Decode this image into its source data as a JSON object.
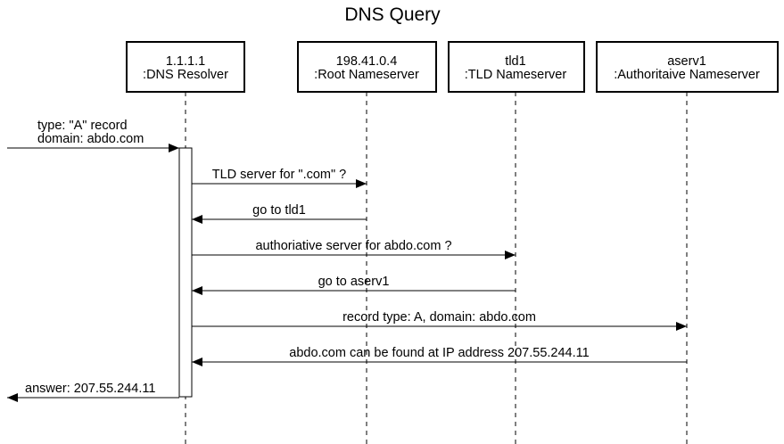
{
  "title": "DNS Query",
  "participants": [
    {
      "id": "resolver",
      "line1": "1.1.1.1",
      "line2": ":DNS Resolver"
    },
    {
      "id": "root",
      "line1": "198.41.0.4",
      "line2": ":Root Nameserver"
    },
    {
      "id": "tld",
      "line1": "tld1",
      "line2": ":TLD Nameserver"
    },
    {
      "id": "auth",
      "line1": "aserv1",
      "line2": ":Authoritaive Nameserver"
    }
  ],
  "messages": [
    {
      "from": "external",
      "to": "resolver",
      "lines": [
        "type: \"A\" record",
        "domain: abdo.com"
      ]
    },
    {
      "from": "resolver",
      "to": "root",
      "lines": [
        "TLD server for \".com\" ?"
      ]
    },
    {
      "from": "root",
      "to": "resolver",
      "lines": [
        "go to tld1"
      ]
    },
    {
      "from": "resolver",
      "to": "tld",
      "lines": [
        "authoriative server for abdo.com ?"
      ]
    },
    {
      "from": "tld",
      "to": "resolver",
      "lines": [
        "go to aserv1"
      ]
    },
    {
      "from": "resolver",
      "to": "auth",
      "lines": [
        "record type: A, domain: abdo.com"
      ]
    },
    {
      "from": "auth",
      "to": "resolver",
      "lines": [
        "abdo.com can be found at IP address 207.55.244.11"
      ]
    },
    {
      "from": "resolver",
      "to": "external",
      "lines": [
        "answer: 207.55.244.11"
      ]
    }
  ]
}
